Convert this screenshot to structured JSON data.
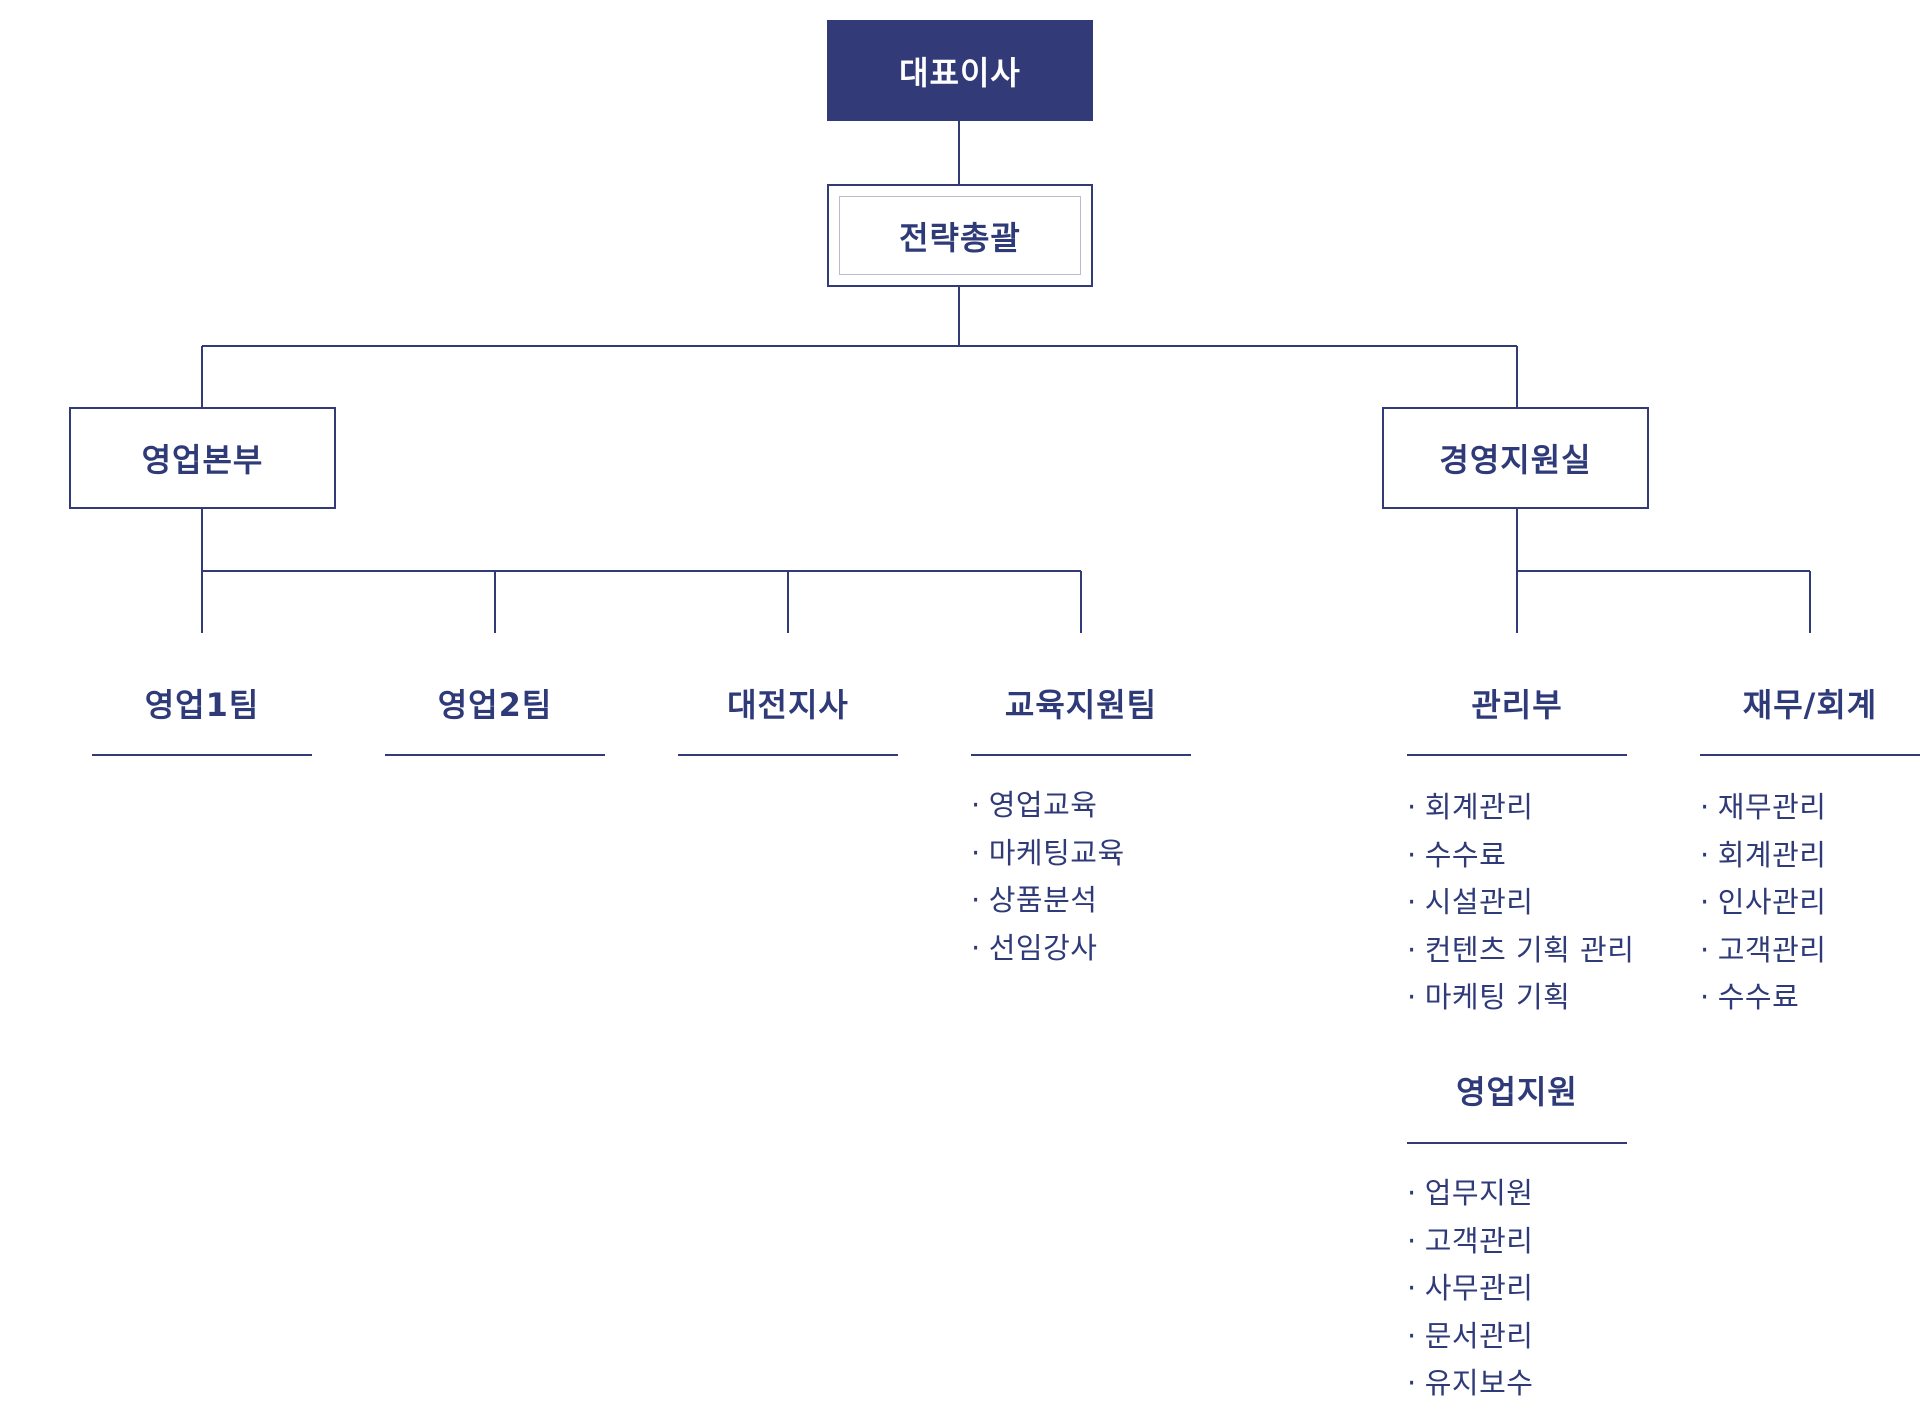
{
  "ceo": {
    "label": "대표이사"
  },
  "strategy": {
    "label": "전략총괄"
  },
  "sales_hq": {
    "label": "영업본부"
  },
  "management_support": {
    "label": "경영지원실"
  },
  "sales_teams": [
    {
      "label": "영업1팀"
    },
    {
      "label": "영업2팀"
    },
    {
      "label": "대전지사"
    },
    {
      "label": "교육지원팀",
      "duties": [
        "영업교육",
        "마케팅교육",
        "상품분석",
        "선임강사"
      ]
    }
  ],
  "management_teams": [
    {
      "label": "관리부",
      "duties": [
        "회계관리",
        "수수료",
        "시설관리",
        "컨텐츠 기획 관리",
        "마케팅 기획"
      ]
    },
    {
      "label": "재무/회계",
      "duties": [
        "재무관리",
        "회계관리",
        "인사관리",
        "고객관리",
        "수수료"
      ]
    },
    {
      "label": "영업지원",
      "duties": [
        "업무지원",
        "고객관리",
        "사무관리",
        "문서관리",
        "유지보수"
      ]
    }
  ],
  "colors": {
    "primary": "#323b78",
    "text": "#2f3a78",
    "inner_border": "#b9bccf"
  }
}
